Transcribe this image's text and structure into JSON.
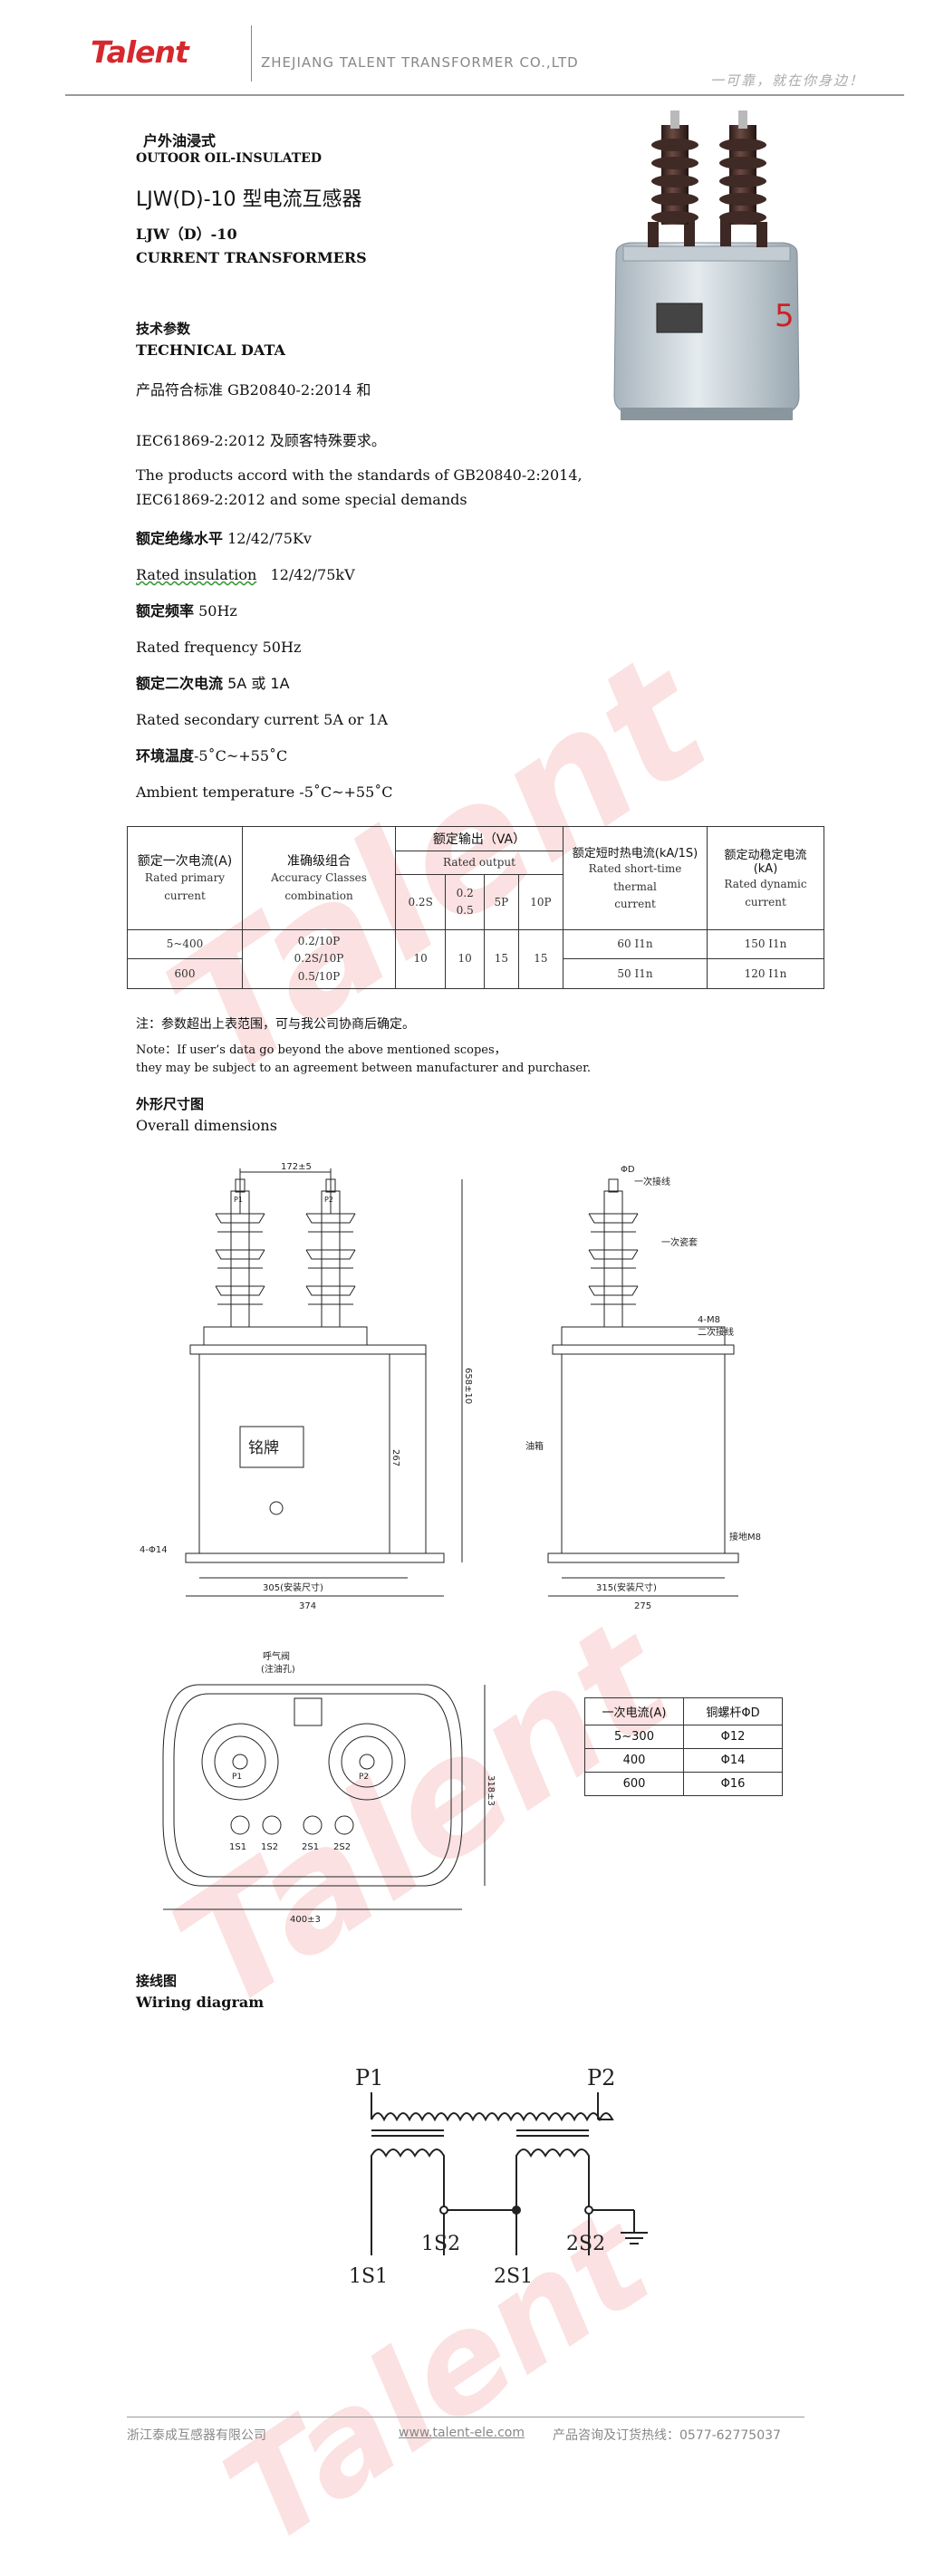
{
  "header": {
    "logo": "Talent",
    "company_en": "ZHEJIANG TALENT TRANSFORMER CO.,LTD",
    "slogan": "一可靠，就在你身边！"
  },
  "watermark": "Talent",
  "product": {
    "cn_type": "户外油浸式",
    "en_type": "OUTOOR OIL-INSULATED",
    "cn_title": "LJW(D)-10 型电流互感器",
    "en_model": "LJW（D）-10",
    "en_title": "CURRENT TRANSFORMERS",
    "nameplate": "铭牌"
  },
  "tech": {
    "cn_heading": "技术参数",
    "en_heading": "TECHNICAL DATA",
    "std_cn_label": "产品符合标准",
    "std_cn_value": "GB20840-2:2014",
    "std_cn_and": "和",
    "std_cn_line2": "IEC61869-2:2012 及顾客特殊要求。",
    "std_en_line1": "The products accord with the standards of GB20840-2:2014,",
    "std_en_line2": "IEC61869-2:2012 and some special demands",
    "insul_cn_label": "额定绝缘水平",
    "insul_cn_value": "12/42/75Kv",
    "insul_en_label": "Rated insulation",
    "insul_en_value": "12/42/75kV",
    "freq_cn_label": "额定频率",
    "freq_cn_value": "50Hz",
    "freq_en": "Rated frequency 50Hz",
    "sec_cn_label": "额定二次电流",
    "sec_cn_value": "5A 或 1A",
    "sec_en": "Rated secondary current 5A or 1A",
    "temp_cn_label": "环境温度",
    "temp_cn_value": "-5˚C~+55˚C",
    "temp_en": "Ambient temperature -5˚C~+55˚C"
  },
  "table": {
    "h_primary_cn": "额定一次电流(A)",
    "h_primary_en1": "Rated primary",
    "h_primary_en2": "current",
    "h_acc_cn": "准确级组合",
    "h_acc_en1": "Accuracy Classes",
    "h_acc_en2": "combination",
    "h_output_cn": "额定输出（VA）",
    "h_output_en": "Rated output",
    "h_out_cols": [
      "0.2S",
      "0.2\n0.5",
      "5P",
      "10P"
    ],
    "h_thermal_cn": "额定短时热电流(kA/1S)",
    "h_thermal_en1": "Rated short-time thermal",
    "h_thermal_en2": "current",
    "h_dynamic_cn": "额定动稳定电流",
    "h_dynamic_cn2": "(kA)",
    "h_dynamic_en1": "Rated dynamic",
    "h_dynamic_en2": "current",
    "rows": [
      {
        "primary": "5~400",
        "thermal": "60 I1n",
        "dynamic": "150 I1n"
      },
      {
        "primary": "600",
        "thermal": "50 I1n",
        "dynamic": "120 I1n"
      }
    ],
    "accuracy": [
      "0.2/10P",
      "0.2S/10P",
      "0.5/10P"
    ],
    "outputs": [
      "10",
      "10",
      "15",
      "15"
    ]
  },
  "notes": {
    "cn": "注：参数超出上表范围，可与我公司协商后确定。",
    "en1": "Note：If user’s data go beyond the above mentioned scopes，",
    "en2": "they may be subject to an agreement between manufacturer and purchaser."
  },
  "dimensions": {
    "cn_heading": "外形尺寸图",
    "en_heading": "Overall dimensions",
    "labels": {
      "top_span": "172±5",
      "height_total": "658±10",
      "body_height": "267",
      "holes": "4-Φ14",
      "mount_front": "305(安装尺寸)",
      "width_front": "374",
      "mount_side": "315(安装尺寸)",
      "width_side": "275",
      "phi_d": "ΦD",
      "primary_terminal": "一次接线",
      "primary_bushing": "一次瓷套",
      "m8": "4-M8",
      "secondary_terminal": "二次接线",
      "oil_tank": "油箱",
      "ground_screw": "接地M8",
      "breather_1": "呼气阀",
      "breather_2": "(注油孔)",
      "plan_height": "318±3",
      "plan_width": "400±3",
      "p1": "P1",
      "p2": "P2",
      "s_terms": [
        "1S1",
        "1S2",
        "2S1",
        "2S2"
      ]
    },
    "stud_table": {
      "headers": [
        "一次电流(A)",
        "铜螺杆ΦD"
      ],
      "rows": [
        [
          "5~300",
          "Φ12"
        ],
        [
          "400",
          "Φ14"
        ],
        [
          "600",
          "Φ16"
        ]
      ]
    }
  },
  "wiring": {
    "cn_heading": "接线图",
    "en_heading": "Wiring diagram",
    "p1": "P1",
    "p2": "P2",
    "s1": "1S1",
    "s2": "1S2",
    "s3": "2S1",
    "s4": "2S2"
  },
  "footer": {
    "company_cn": "浙江泰成互感器有限公司",
    "url": "www.talent-ele.com",
    "hotline": "产品咨询及订货热线：0577-62775037"
  }
}
